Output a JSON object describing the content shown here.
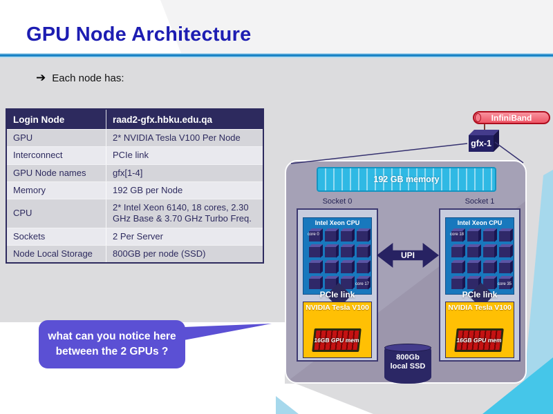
{
  "slide": {
    "title": "GPU Node Architecture",
    "bullet_arrow": "➔",
    "bullet_text": "Each node has:"
  },
  "table": {
    "header": {
      "key": "Login Node",
      "value": "raad2-gfx.hbku.edu.qa"
    },
    "rows": [
      {
        "key": "GPU",
        "value": "2* NVIDIA Tesla V100 Per Node"
      },
      {
        "key": "Interconnect",
        "value": "PCIe link"
      },
      {
        "key": "GPU Node names",
        "value": "gfx[1-4]"
      },
      {
        "key": "Memory",
        "value": "192 GB per Node"
      },
      {
        "key": "CPU",
        "value": "2* Intel Xeon 6140, 18 cores, 2.30 GHz Base & 3.70 GHz Turbo Freq."
      },
      {
        "key": "Sockets",
        "value": "2 Per Server"
      },
      {
        "key": "Node Local Storage",
        "value": "800GB per node (SSD)"
      }
    ]
  },
  "diagram": {
    "infiniband_label": "InfiniBand",
    "node_label": "gfx-1",
    "memory_label": "192 GB memory",
    "upi_label": "UPI",
    "ssd_line1": "800Gb",
    "ssd_line2": "local SSD",
    "sockets": [
      {
        "name": "Socket 0",
        "cpu_label": "Intel Xeon CPU",
        "first_core": "core 0",
        "last_core": "core 17",
        "pcie_label": "PCIe link",
        "gpu_label": "NVIDIA Tesla V100",
        "gpu_mem_label": "16GB GPU mem"
      },
      {
        "name": "Socket 1",
        "cpu_label": "Intel Xeon CPU",
        "first_core": "core 18",
        "last_core": "core 35",
        "pcie_label": "PCIe link",
        "gpu_label": "NVIDIA Tesla V100",
        "gpu_mem_label": "16GB GPU mem"
      }
    ]
  },
  "callout": {
    "line1": "what can you notice here",
    "line2": "between the 2 GPUs ?"
  },
  "colors": {
    "title_blue": "#1d1db2",
    "rule_blue": "#1b84c6",
    "navy": "#2d2a5e",
    "diagram_bg": "#a5a1b6",
    "socket_bg": "#c7ccde",
    "cpu_blue": "#1878bd",
    "gpu_yellow": "#ffc004",
    "ram_red": "#c41212",
    "memory_cyan": "#2fb9e4",
    "bubble_purple": "#5b50d4",
    "infiniband_red": "#ee5666",
    "accent_lightblue": "#a6d8ec",
    "accent_cyan": "#45c6e9"
  }
}
